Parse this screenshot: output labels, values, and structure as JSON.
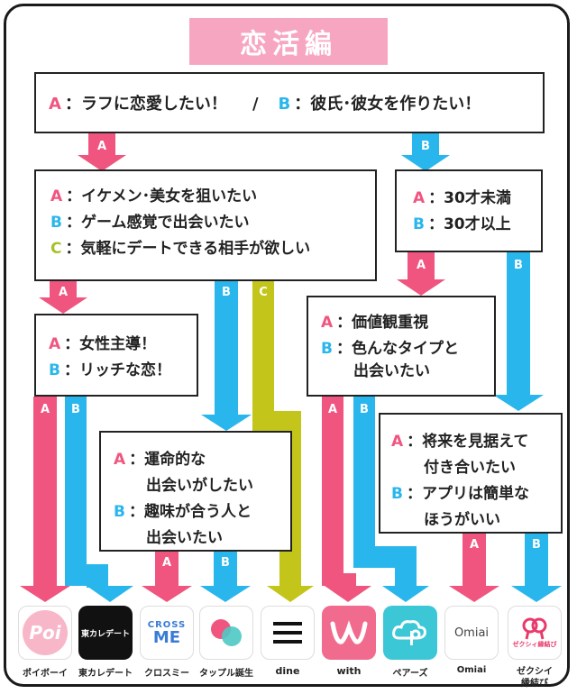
{
  "title": "恋活編",
  "colors": {
    "a": "#f0557f",
    "b": "#29b6ec",
    "c": "#c3c51a",
    "title_bg": "#f7a6c2"
  },
  "q1": {
    "a": "ラフに恋愛したい！",
    "sep": "/",
    "b": "彼氏･彼女を作りたい！"
  },
  "q2": {
    "a": "イケメン･美女を狙いたい",
    "b": "ゲーム感覚で出会いたい",
    "c": "気軽にデートできる相手が欲しい"
  },
  "q3": {
    "a": "30才未満",
    "b": "30才以上"
  },
  "q4": {
    "a": "女性主導！",
    "b": "リッチな恋！"
  },
  "q5": {
    "a1": "運命的な",
    "a2": "出会いがしたい",
    "b1": "趣味が合う人と",
    "b2": "出会いたい"
  },
  "q6": {
    "a": "価値観重視",
    "b1": "色んなタイプと",
    "b2": "出会いたい"
  },
  "q7": {
    "a1": "将来を見据えて",
    "a2": "付き合いたい",
    "b1": "アプリは簡単な",
    "b2": "ほうがいい"
  },
  "keys": {
    "a": "A",
    "b": "B",
    "c": "C",
    "colon": "："
  },
  "apps": [
    {
      "name": "ポイボーイ",
      "icon_text": "Poi",
      "icon": "poi-icon"
    },
    {
      "name": "東カレデート",
      "icon_text": "東カレデート",
      "icon": "tokare-icon"
    },
    {
      "name": "クロスミー",
      "icon_text_1": "CROSS",
      "icon_text_2": "ME",
      "icon": "crossme-icon"
    },
    {
      "name": "タップル誕生",
      "icon": "tapple-icon"
    },
    {
      "name": "dine",
      "icon": "dine-icon"
    },
    {
      "name": "with",
      "icon": "with-icon"
    },
    {
      "name": "ペアーズ",
      "icon": "pairs-icon"
    },
    {
      "name": "Omiai",
      "icon_text": "Omiai",
      "icon": "omiai-icon"
    },
    {
      "name_1": "ゼクシイ",
      "name_2": "縁結び",
      "icon_text": "ゼクシィ縁結び",
      "icon": "zexy-icon"
    }
  ]
}
